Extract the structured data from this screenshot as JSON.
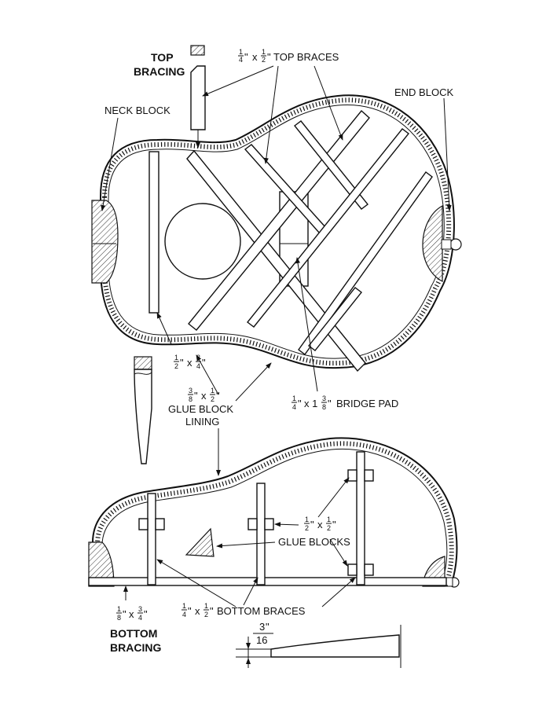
{
  "labels": {
    "top_bracing_1": "TOP",
    "top_bracing_2": "BRACING",
    "neck_block": "NECK BLOCK",
    "top_braces_tail": "TOP BRACES",
    "end_block": "END BLOCK",
    "half_x_three_quarter_x": "x",
    "three_eighths_x_half_x": "x",
    "glue_block_1": "GLUE BLOCK",
    "glue_block_2": "LINING",
    "bridge_pad_x": "x 1",
    "bridge_pad_tail": "BRIDGE PAD",
    "half_half_x": "x",
    "glue_blocks": "GLUE BLOCKS",
    "eighth_x": "x",
    "bottom_braces_tail": "BOTTOM BRACES",
    "bottom_bracing_1": "BOTTOM",
    "bottom_bracing_2": "BRACING",
    "three_sixteenths_num": "3",
    "three_sixteenths_den": "16"
  },
  "fractions": {
    "quarter_num": "1",
    "quarter_den": "4",
    "half_num": "1",
    "half_den": "2",
    "three_quarter_num": "3",
    "three_quarter_den": "4",
    "three_eighths_num": "3",
    "three_eighths_den": "8",
    "eighth_num": "1",
    "eighth_den": "8",
    "inch": "\""
  }
}
